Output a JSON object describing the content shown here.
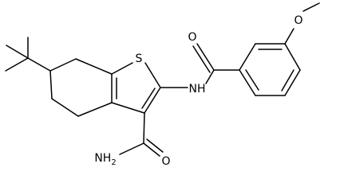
{
  "molecule": {
    "atoms": {
      "sulfur": "S",
      "amide_nh": "NH",
      "carbonyl_oxygen": "O",
      "methoxy_oxygen": "O",
      "carboxamide_nh2": "NH",
      "nh2_subscript": "2",
      "carboxamide_oxygen": "O"
    },
    "colors": {
      "bond": "#000000",
      "label": "#000000",
      "background": "#ffffff"
    }
  }
}
